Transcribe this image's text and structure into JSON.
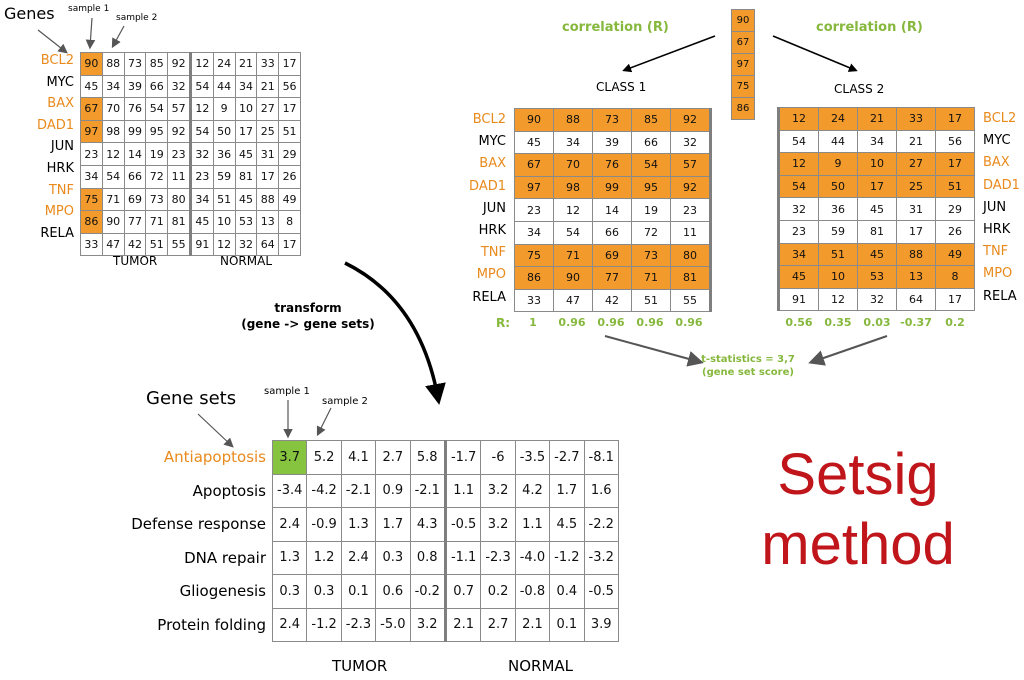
{
  "colors": {
    "highlight": "#f39a2c",
    "highlight_green": "#86c440",
    "orange_text": "#e98a1c",
    "green_text": "#86b83d",
    "title_red": "#c0151a"
  },
  "genes": [
    "BCL2",
    "MYC",
    "BAX",
    "DAD1",
    "JUN",
    "HRK",
    "TNF",
    "MPO",
    "RELA"
  ],
  "genes_highlighted": [
    true,
    false,
    true,
    true,
    false,
    false,
    true,
    true,
    false
  ],
  "gene_matrix": [
    [
      90,
      88,
      73,
      85,
      92,
      12,
      24,
      21,
      33,
      17
    ],
    [
      45,
      34,
      39,
      66,
      32,
      54,
      44,
      34,
      21,
      56
    ],
    [
      67,
      70,
      76,
      54,
      57,
      12,
      9,
      10,
      27,
      17
    ],
    [
      97,
      98,
      99,
      95,
      92,
      54,
      50,
      17,
      25,
      51
    ],
    [
      23,
      12,
      14,
      19,
      23,
      32,
      36,
      45,
      31,
      29
    ],
    [
      34,
      54,
      66,
      72,
      11,
      23,
      59,
      81,
      17,
      26
    ],
    [
      75,
      71,
      69,
      73,
      80,
      34,
      51,
      45,
      88,
      49
    ],
    [
      86,
      90,
      77,
      71,
      81,
      45,
      10,
      53,
      13,
      8
    ],
    [
      33,
      47,
      42,
      51,
      55,
      91,
      12,
      32,
      64,
      17
    ]
  ],
  "labels": {
    "genes": "Genes",
    "sample1": "sample 1",
    "sample2": "sample 2",
    "tumor": "TUMOR",
    "normal": "NORMAL",
    "transform_line1": "transform",
    "transform_line2": "(gene -> gene sets)",
    "correlation_left": "correlation (R)",
    "correlation_right": "correlation (R)",
    "class1": "CLASS 1",
    "class2": "CLASS 2",
    "r_label": "R:",
    "tstat_line1": "t-statistics = 3,7",
    "tstat_line2": "(gene set score)",
    "gene_sets": "Gene sets",
    "title_line1": "Setsig",
    "title_line2": "method"
  },
  "sample_vector": [
    90,
    67,
    97,
    75,
    86
  ],
  "r_class1": [
    "1",
    "0.96",
    "0.96",
    "0.96",
    "0.96"
  ],
  "r_class2": [
    "0.56",
    "0.35",
    "0.03",
    "-0.37",
    "0.2"
  ],
  "gene_sets": [
    "Antiapoptosis",
    "Apoptosis",
    "Defense response",
    "DNA repair",
    "Gliogenesis",
    "Protein folding"
  ],
  "gene_set_matrix": [
    [
      "3.7",
      "5.2",
      "4.1",
      "2.7",
      "5.8",
      "-1.7",
      "-6",
      "-3.5",
      "-2.7",
      "-8.1"
    ],
    [
      "-3.4",
      "-4.2",
      "-2.1",
      "0.9",
      "-2.1",
      "1.1",
      "3.2",
      "4.2",
      "1.7",
      "1.6"
    ],
    [
      "2.4",
      "-0.9",
      "1.3",
      "1.7",
      "4.3",
      "-0.5",
      "3.2",
      "1.1",
      "4.5",
      "-2.2"
    ],
    [
      "1.3",
      "1.2",
      "2.4",
      "0.3",
      "0.8",
      "-1.1",
      "-2.3",
      "-4.0",
      "-1.2",
      "-3.2"
    ],
    [
      "0.3",
      "0.3",
      "0.1",
      "0.6",
      "-0.2",
      "0.7",
      "0.2",
      "-0.8",
      "0.4",
      "-0.5"
    ],
    [
      "2.4",
      "-1.2",
      "-2.3",
      "-5.0",
      "3.2",
      "2.1",
      "2.7",
      "2.1",
      "0.1",
      "3.9"
    ]
  ]
}
